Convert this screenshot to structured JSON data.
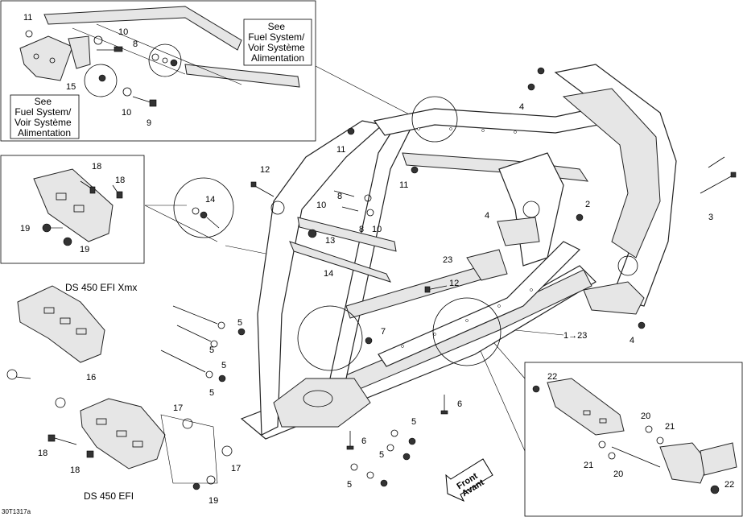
{
  "notes": {
    "fuel_system_top": [
      "See",
      "Fuel System/",
      "Voir Système",
      "Alimentation"
    ],
    "fuel_system_left": [
      "See",
      "Fuel System/",
      "Voir Système",
      "Alimentation"
    ],
    "ds450_xmx": "DS 450 EFI Xmx",
    "ds450": "DS 450 EFI",
    "front": [
      "Front",
      "Avant"
    ],
    "drawing_code": "30T1317a",
    "ref_1_23": "1→23"
  },
  "callouts": {
    "c_11a": "11",
    "c_10a": "10",
    "c_8a": "8",
    "c_15": "15",
    "c_10b": "10",
    "c_9": "9",
    "c_18a": "18",
    "c_18b": "18",
    "c_19a": "19",
    "c_19b": "19",
    "c_11b": "11",
    "c_11c": "11",
    "c_12a": "12",
    "c_14": "14",
    "c_8b": "8",
    "c_10c": "10",
    "c_13": "13",
    "c_8c": "8",
    "c_10d": "10",
    "c_4a": "4",
    "c_23": "23",
    "c_12b": "12",
    "c_14b": "14",
    "c_4b": "4",
    "c_2": "2",
    "c_3": "3",
    "c_4c": "4",
    "c_7": "7",
    "c_5a": "5",
    "c_5b": "5",
    "c_5c": "5",
    "c_5d": "5",
    "c_16": "16",
    "c_17a": "17",
    "c_17b": "17",
    "c_18c": "18",
    "c_18d": "18",
    "c_19c": "19",
    "c_6a": "6",
    "c_6b": "6",
    "c_5e": "5",
    "c_5f": "5",
    "c_5g": "5",
    "c_22a": "22",
    "c_20a": "20",
    "c_21a": "21",
    "c_21b": "21",
    "c_20b": "20",
    "c_22b": "22"
  }
}
